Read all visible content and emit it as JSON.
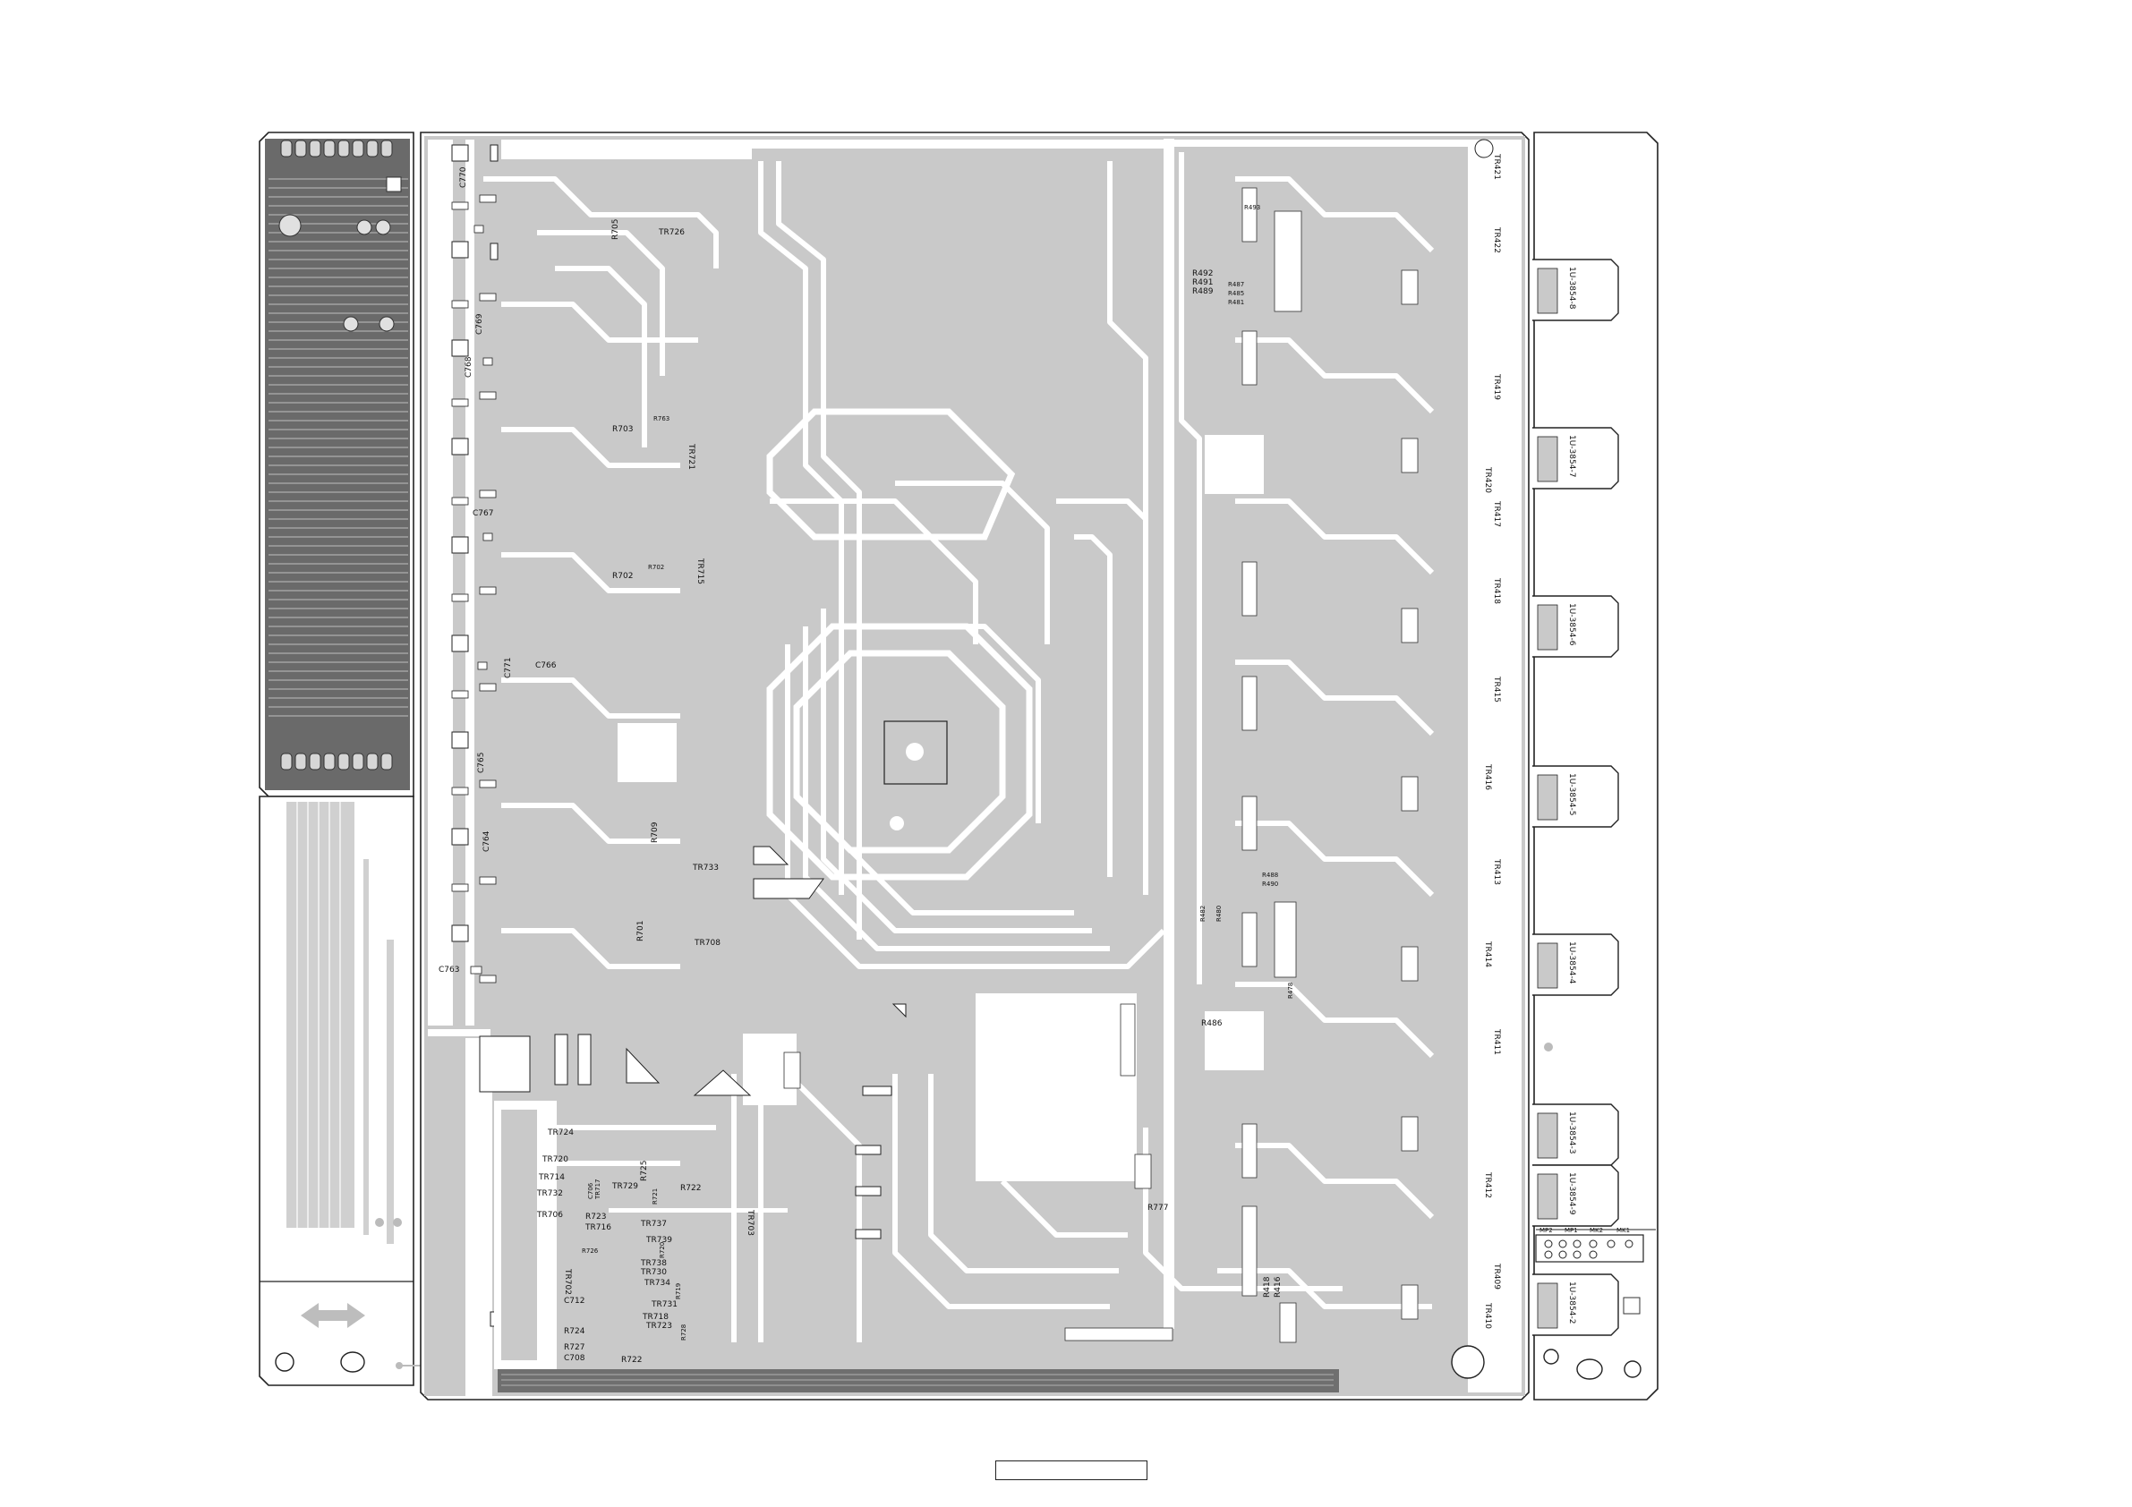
{
  "colors": {
    "copper": "#c9c9c9",
    "outline": "#222222",
    "background": "#ffffff",
    "trace": "#ffffff"
  },
  "left_labels": {
    "c770": "C770",
    "c769": "C769",
    "c768": "C768",
    "c767": "C767",
    "c766": "C766",
    "c771": "C771",
    "c765": "C765",
    "c764": "C764",
    "c763": "C763",
    "r705": "R705",
    "tr726": "TR726",
    "r703": "R703",
    "r763": "R763",
    "tr721": "TR721",
    "r702": "R702",
    "r702b": "R702",
    "tr715": "TR715",
    "r709": "R709",
    "tr733": "TR733",
    "r701": "R701",
    "tr708": "TR708",
    "r777": "R777"
  },
  "bottom_labels": {
    "tr724": "TR724",
    "tr720": "TR720",
    "tr714": "TR714",
    "tr732": "TR732",
    "tr706": "TR706",
    "tr702": "TR702",
    "c712": "C712",
    "r724": "R724",
    "r727": "R727",
    "c708": "C708",
    "r723": "R723",
    "tr716": "TR716",
    "tr729": "TR729",
    "r725": "R725",
    "tr737": "TR737",
    "r722": "R722",
    "tr739": "TR739",
    "tr738": "TR738",
    "tr730": "TR730",
    "tr734": "TR734",
    "tr731": "TR731",
    "tr718": "TR718",
    "tr723": "TR723",
    "r728": "R728",
    "r722b": "R722",
    "r721": "R721",
    "tr703": "TR703",
    "tr717": "TR717",
    "c706": "C706",
    "r726": "R726",
    "r720": "R720",
    "r719": "R719"
  },
  "mid_labels": {
    "r492": "R492",
    "r491": "R491",
    "r489": "R489",
    "r487": "R487",
    "r485": "R485",
    "r481": "R481",
    "r493": "R493",
    "r488": "R488",
    "r490": "R490",
    "r482": "R482",
    "r486": "R486",
    "r478": "R478",
    "r418": "R418",
    "r416": "R416",
    "r480": "R480"
  },
  "tr_right": {
    "tr421": "TR421",
    "tr422": "TR422",
    "tr419": "TR419",
    "tr420": "TR420",
    "tr417": "TR417",
    "tr418": "TR418",
    "tr415": "TR415",
    "tr416": "TR416",
    "tr413": "TR413",
    "tr414": "TR414",
    "tr411": "TR411",
    "tr412": "TR412",
    "tr409": "TR409",
    "tr410": "TR410"
  },
  "connectors": {
    "c8": "1U-3854-8",
    "c7": "1U-3854-7",
    "c6": "1U-3854-6",
    "c5": "1U-3854-5",
    "c4": "1U-3854-4",
    "c3": "1U-3854-3",
    "c9": "1U-3854-9",
    "c2": "1U-3854-2"
  },
  "mic_labels": {
    "mp2": "MP2",
    "mp1": "MP1",
    "mk2": "MK2",
    "mk1": "MK1"
  }
}
